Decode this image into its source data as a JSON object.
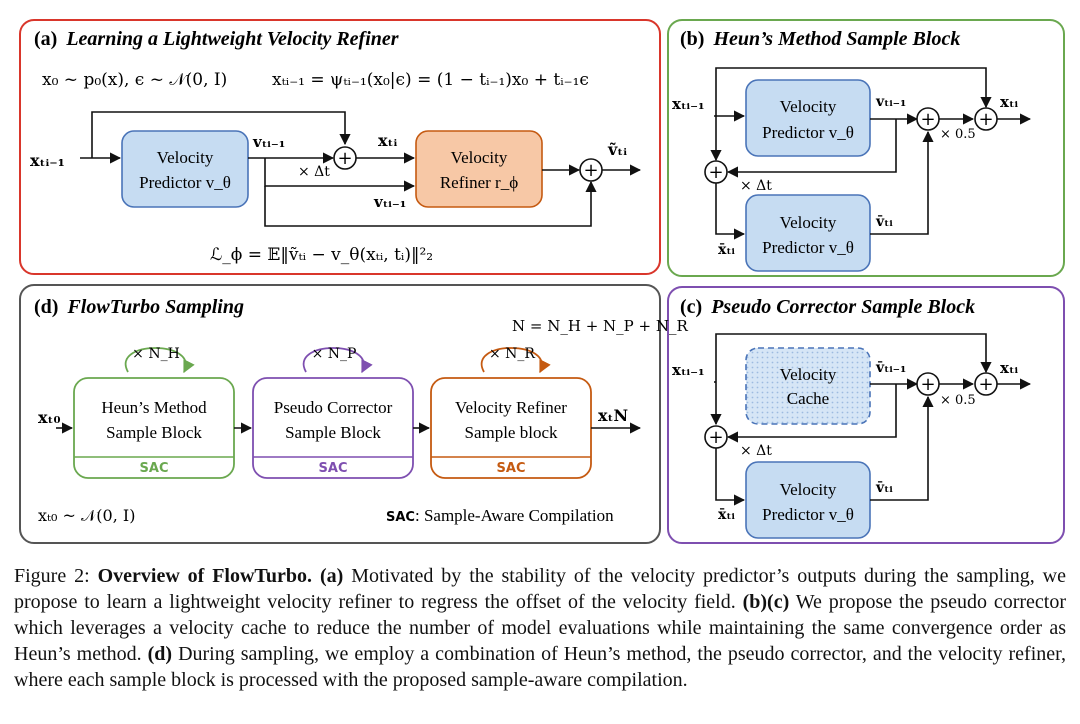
{
  "panel_a": {
    "label": "(a)",
    "title": "Learning a Lightweight Velocity Refiner",
    "eq_prior": "x₀ ~ p₀(x), ϵ ~ 𝒩(0, I)",
    "eq_path": "xₜᵢ₋₁ = ψₜᵢ₋₁(x₀|ϵ) = (1 − tᵢ₋₁)x₀ + tᵢ₋₁ϵ",
    "input": "xₜᵢ₋₁",
    "predictor_line1": "Velocity",
    "predictor_line2": "Predictor v_θ",
    "v_label": "vₜᵢ₋₁",
    "dt_label": "× Δt",
    "x_label": "xₜᵢ",
    "v_label2": "vₜᵢ₋₁",
    "refiner_line1": "Velocity",
    "refiner_line2": "Refiner r_ϕ",
    "output": "ṽₜᵢ",
    "loss": "ℒ_ϕ = 𝔼‖ṽₜᵢ − v_θ(xₜᵢ, tᵢ)‖²₂"
  },
  "panel_b": {
    "label": "(b)",
    "title": "Heun’s Method Sample Block",
    "input": "xₜᵢ₋₁",
    "pred1_line1": "Velocity",
    "pred1_line2": "Predictor v_θ",
    "v_label": "vₜᵢ₋₁",
    "output": "xₜᵢ",
    "half": "× 0.5",
    "dt_label": "× Δt",
    "xbar": "x̄ₜᵢ",
    "pred2_line1": "Velocity",
    "pred2_line2": "Predictor v_θ",
    "vbar": "v̄ₜᵢ"
  },
  "panel_c": {
    "label": "(c)",
    "title": "Pseudo Corrector Sample Block",
    "input": "xₜᵢ₋₁",
    "cache_line1": "Velocity",
    "cache_line2": "Cache",
    "vbar_prev": "v̄ₜᵢ₋₁",
    "output": "xₜᵢ",
    "half": "× 0.5",
    "dt_label": "× Δt",
    "xbar": "x̄ₜᵢ",
    "pred_line1": "Velocity",
    "pred_line2": "Predictor v_θ",
    "vbar": "v̄ₜᵢ"
  },
  "panel_d": {
    "label": "(d)",
    "title": "FlowTurbo Sampling",
    "n_eq": "N = N_H + N_P + N_R",
    "input": "xₜ₀",
    "output": "xₜN",
    "prior": "xₜ₀ ~ 𝒩(0, I)",
    "sac_note_bold": "SAC",
    "sac_note_rest": ": Sample-Aware Compilation",
    "blocks": [
      {
        "line1": "Heun’s Method",
        "line2": "Sample Block",
        "repeat": "× N_H",
        "tag": "SAC",
        "color": "#6aa84f"
      },
      {
        "line1": "Pseudo Corrector",
        "line2": "Sample Block",
        "repeat": "× N_P",
        "tag": "SAC",
        "color": "#7e4fb0"
      },
      {
        "line1": "Velocity Refiner",
        "line2": "Sample block",
        "repeat": "× N_R",
        "tag": "SAC",
        "color": "#c55a11"
      }
    ]
  },
  "caption": {
    "prefix": "Figure 2: ",
    "title": "Overview of FlowTurbo.",
    "a_label": "(a)",
    "a_text": " Motivated by the stability of the velocity predictor’s outputs during the sampling, we propose to learn a lightweight velocity refiner to regress the offset of the velocity field. ",
    "bc_label": "(b)(c)",
    "bc_text": " We propose the pseudo corrector which leverages a velocity cache to reduce the number of model evaluations while maintaining the same convergence order as Heun’s method. ",
    "d_label": "(d)",
    "d_text": " During sampling, we employ a combination of Heun’s method, the pseudo corrector, and the velocity refiner, where each sample block is processed with the proposed sample-aware compilation."
  },
  "colors": {
    "panel_a_border": "#d9362b",
    "panel_b_border": "#6aa84f",
    "panel_c_border": "#7e4fb0",
    "panel_d_border": "#555555",
    "predictor_fill": "#c6dcf2",
    "predictor_stroke": "#4a74b8",
    "refiner_fill": "#f7c8a6",
    "refiner_stroke": "#c55a11"
  }
}
